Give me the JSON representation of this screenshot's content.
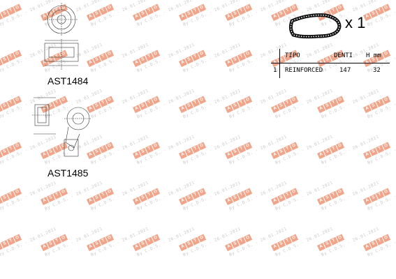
{
  "parts": [
    {
      "code": "AST1484"
    },
    {
      "code": "AST1485"
    }
  ],
  "belt": {
    "quantity": "x 1",
    "table": {
      "headers": {
        "tipo": "TIPO",
        "denti": "DENTI",
        "h": "H mm"
      },
      "rows": [
        {
          "index": "1",
          "tipo": "REINFORCED",
          "denti": "147",
          "h": "32"
        }
      ]
    }
  },
  "watermark": {
    "text": "By C.D.S. - 26.01.2021",
    "logo_letters": [
      "A",
      "S",
      "T",
      "O"
    ],
    "color": "#f0a58a"
  }
}
